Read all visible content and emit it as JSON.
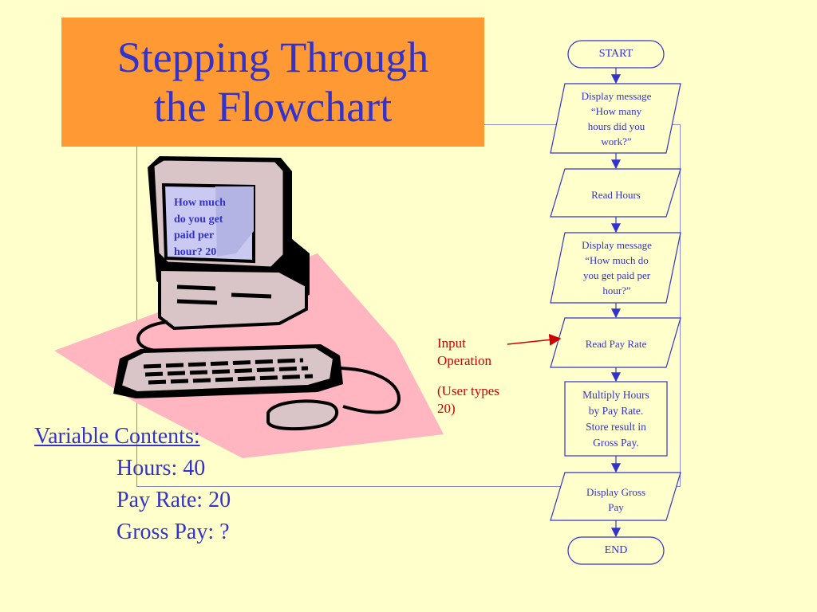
{
  "slide": {
    "title": "Stepping Through\nthe Flowchart",
    "screen_text": "How much\ndo you get\npaid per\nhour? 20"
  },
  "annotation": {
    "label": "Input\nOperation",
    "note": "(User types\n20)"
  },
  "variables": {
    "heading": "Variable Contents:",
    "hours": "Hours: 40",
    "pay_rate": "Pay Rate: 20",
    "gross_pay": "Gross Pay: ?"
  },
  "flowchart": {
    "start": "START",
    "step1": "Display message\n“How many\nhours did you\nwork?”",
    "step2": "Read Hours",
    "step3": "Display message\n“How much do\nyou get paid per\nhour?”",
    "step4": "Read Pay Rate",
    "step5": "Multiply Hours\nby Pay Rate.\nStore result in\nGross Pay.",
    "step6": "Display Gross\nPay",
    "end": "END"
  },
  "colors": {
    "background": "#FFFFCC",
    "title_box": "#FF9933",
    "text_blue": "#3333CC",
    "arrow_red": "#CC0000",
    "pink_mat": "#FFB6C1"
  }
}
